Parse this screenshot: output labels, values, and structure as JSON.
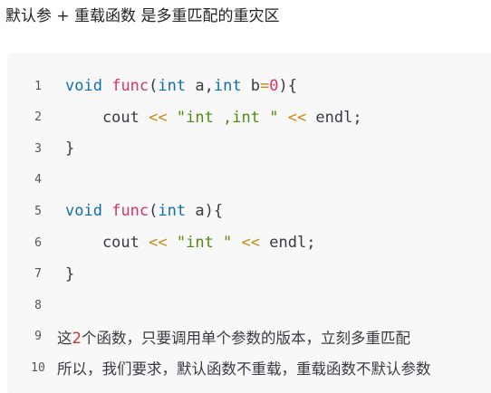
{
  "heading": "默认参 + 重载函数 是多重匹配的重灾区",
  "lines": [
    {
      "num": "1",
      "tokens": [
        {
          "t": "void",
          "c": "kw"
        },
        {
          "t": " ",
          "c": "plain"
        },
        {
          "t": "func",
          "c": "fn"
        },
        {
          "t": "(",
          "c": "plain"
        },
        {
          "t": "int",
          "c": "kw"
        },
        {
          "t": " a,",
          "c": "plain"
        },
        {
          "t": "int",
          "c": "kw"
        },
        {
          "t": " b",
          "c": "plain"
        },
        {
          "t": "=",
          "c": "op"
        },
        {
          "t": "0",
          "c": "num"
        },
        {
          "t": "){",
          "c": "plain"
        }
      ]
    },
    {
      "num": "2",
      "tokens": [
        {
          "t": "    cout ",
          "c": "plain"
        },
        {
          "t": "<<",
          "c": "op"
        },
        {
          "t": " ",
          "c": "plain"
        },
        {
          "t": "\"int ,int \"",
          "c": "str"
        },
        {
          "t": " ",
          "c": "plain"
        },
        {
          "t": "<<",
          "c": "op"
        },
        {
          "t": " endl;",
          "c": "plain"
        }
      ]
    },
    {
      "num": "3",
      "tokens": [
        {
          "t": "}",
          "c": "plain"
        }
      ]
    },
    {
      "num": "4",
      "tokens": []
    },
    {
      "num": "5",
      "tokens": [
        {
          "t": "void",
          "c": "kw"
        },
        {
          "t": " ",
          "c": "plain"
        },
        {
          "t": "func",
          "c": "fn"
        },
        {
          "t": "(",
          "c": "plain"
        },
        {
          "t": "int",
          "c": "kw"
        },
        {
          "t": " a){",
          "c": "plain"
        }
      ]
    },
    {
      "num": "6",
      "tokens": [
        {
          "t": "    cout ",
          "c": "plain"
        },
        {
          "t": "<<",
          "c": "op"
        },
        {
          "t": " ",
          "c": "plain"
        },
        {
          "t": "\"int \"",
          "c": "str"
        },
        {
          "t": " ",
          "c": "plain"
        },
        {
          "t": "<<",
          "c": "op"
        },
        {
          "t": " endl;",
          "c": "plain"
        }
      ]
    },
    {
      "num": "7",
      "tokens": [
        {
          "t": "}",
          "c": "plain"
        }
      ]
    },
    {
      "num": "8",
      "tokens": []
    },
    {
      "num": "9",
      "text": true,
      "tokens": [
        {
          "t": "这",
          "c": "plain"
        },
        {
          "t": "2",
          "c": "hl"
        },
        {
          "t": "个函数，只要调用单个参数的版本，立刻多重匹配",
          "c": "plain"
        }
      ]
    },
    {
      "num": "10",
      "text": true,
      "tokens": [
        {
          "t": "所以，我们要求，默认函数不重载，重载函数不默认参数",
          "c": "plain"
        }
      ]
    }
  ]
}
